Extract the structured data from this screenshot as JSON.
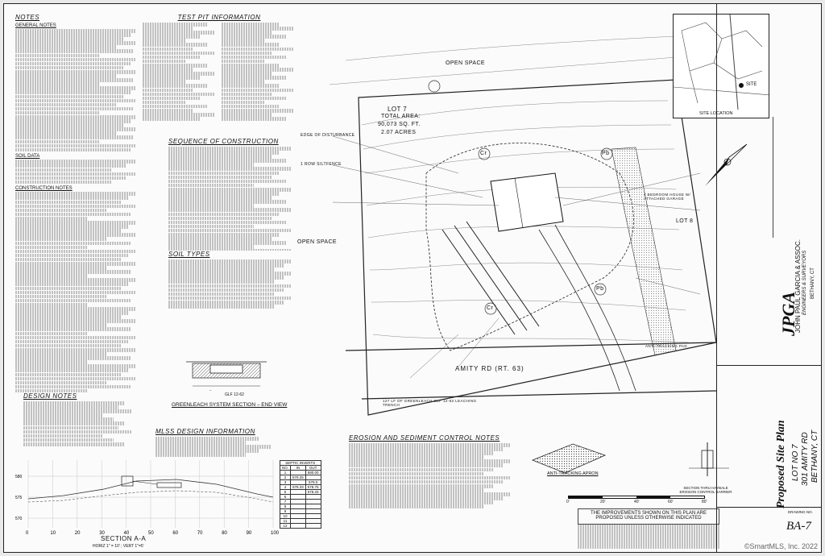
{
  "notes": {
    "title": "NOTES",
    "general_heading": "GENERAL NOTES",
    "soil_data_heading": "SOIL DATA",
    "construction_heading": "CONSTRUCTION NOTES"
  },
  "test_pit": {
    "title": "TEST PIT INFORMATION"
  },
  "sequence": {
    "title": "SEQUENCE OF CONSTRUCTION"
  },
  "soil_types": {
    "title": "SOIL TYPES"
  },
  "gleaching": {
    "title": "GREENLEACH SYSTEM SECTION – END VIEW",
    "glf": "GLF 12-62"
  },
  "design_notes": {
    "title": "DESIGN NOTES"
  },
  "mlss": {
    "title": "MLSS DESIGN INFORMATION"
  },
  "septic_table": {
    "header": "SEPTIC INVERTS",
    "cols": [
      "NO.",
      "IN",
      "OUT"
    ],
    "rows": [
      [
        "1",
        "",
        "580.00"
      ],
      [
        "2",
        "579.25",
        ""
      ],
      [
        "3",
        "",
        "579.0"
      ],
      [
        "4",
        "578.33",
        "578.75"
      ],
      [
        "5",
        "",
        "578.33"
      ],
      [
        "6",
        "",
        ""
      ],
      [
        "7",
        "",
        ""
      ],
      [
        "8",
        "",
        ""
      ],
      [
        "9",
        "",
        ""
      ],
      [
        "10",
        "",
        ""
      ],
      [
        "11",
        "",
        ""
      ],
      [
        "12",
        "",
        ""
      ]
    ]
  },
  "section": {
    "title": "SECTION A-A",
    "scale": "HORIZ 1\" = 10' ; VERT 1\"=5'",
    "x_ticks": [
      "0",
      "10",
      "20",
      "30",
      "40",
      "50",
      "60",
      "70",
      "80",
      "90",
      "100"
    ],
    "y_ticks": [
      "580",
      "575",
      "570"
    ]
  },
  "plan": {
    "open_space_1": "OPEN SPACE",
    "open_space_2": "OPEN SPACE",
    "lot7": "LOT 7",
    "total_area": "TOTAL AREA:",
    "sqft": "90,073 SQ. FT.",
    "acres": "2.07 ACRES",
    "lot8": "LOT 8",
    "road": "AMITY RD (RT. 63)",
    "cr": "Cr",
    "pb": "Pb",
    "edge": "EDGE OF DISTURBANCE",
    "silt": "1 ROW SILTFENCE",
    "leach": "127 LF OF GREENLEACH GLF 12-62 LEACHING TRENCH",
    "bedroom": "4 BEDROOM HOUSE W/ ATTACHED GARAGE",
    "anti": "ANTI-TRACKING PAD"
  },
  "erosion": {
    "title": "EROSION AND SEDIMENT CONTROL NOTES",
    "anti_tracking": "ANTI-TRACKING APRON",
    "silt_section": "SECTION THRU HAYBALE EROSION CONTROL BARRIER"
  },
  "improvements": {
    "line1": "THE IMPROVEMENTS SHOWN ON THIS PLAN ARE",
    "line2": "PROPOSED UNLESS OTHERWISE INDICATED"
  },
  "scale_bar": [
    "0'",
    "20'",
    "40'",
    "60'",
    "80'"
  ],
  "site_location": "SITE LOCATION",
  "site": "SITE",
  "title_block": {
    "firm": "JPGA",
    "firm_name": "JOHN PAUL GARCIA & ASSOC.",
    "firm_sub": "ENGINEERS & SURVEYORS",
    "town": "BETHANY, CT",
    "plan_title": "Proposed Site Plan",
    "lot_no": "LOT NO 7",
    "address": "301 AMITY RD",
    "city": "BETHANY, CT",
    "drawing_no_label": "DRAWING NO.",
    "drawing_no": "BA-7"
  },
  "copyright": "©SmartMLS, Inc. 2022"
}
